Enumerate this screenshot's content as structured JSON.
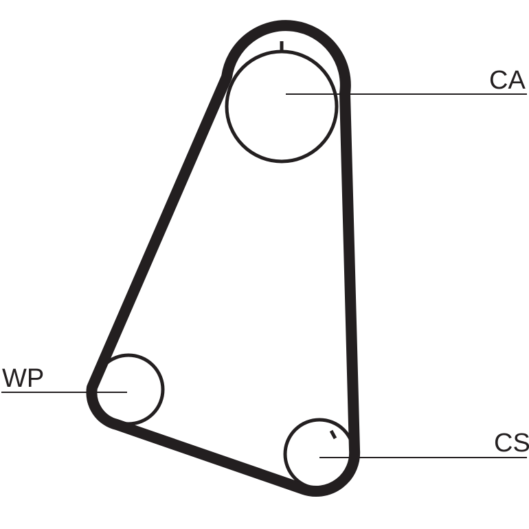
{
  "diagram": {
    "labels": {
      "camshaft": "CA",
      "water_pump": "WP",
      "crankshaft": "CS"
    }
  },
  "colors": {
    "belt": "#231f20",
    "pulley_outline": "#231f20",
    "leader_line": "#231f20",
    "background": "#ffffff"
  }
}
